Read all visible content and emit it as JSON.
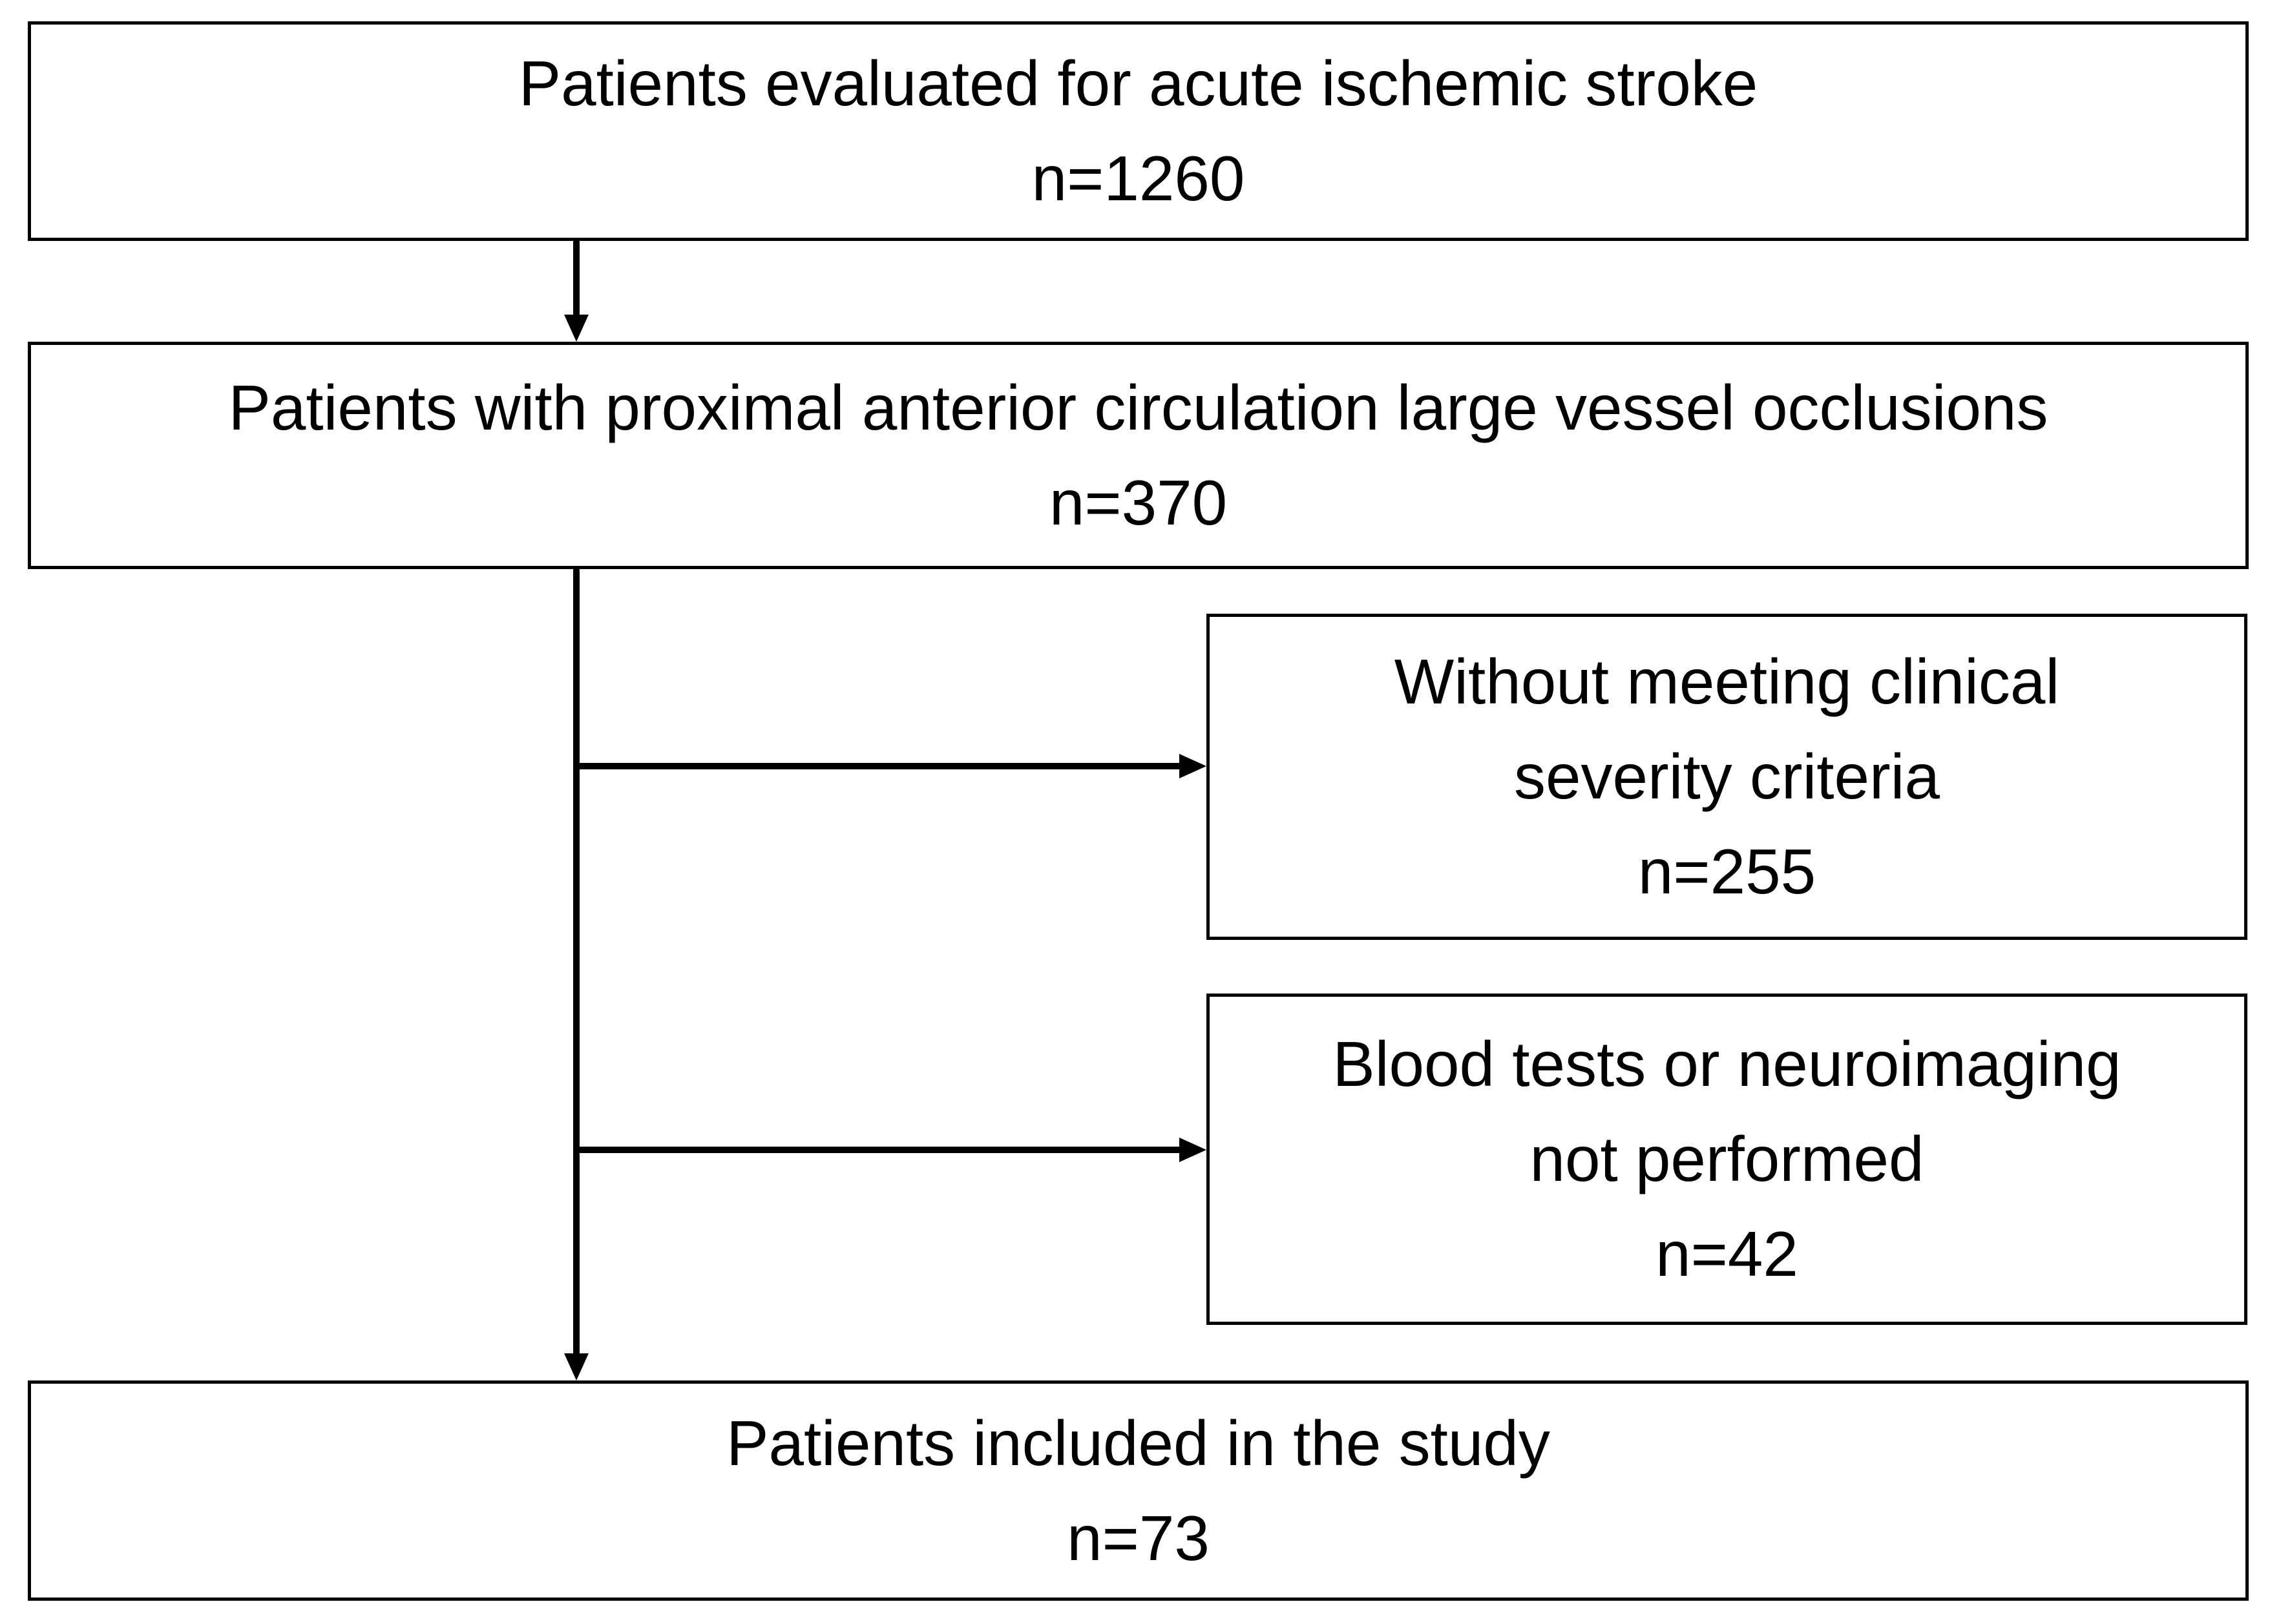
{
  "diagram": {
    "type": "patient-flowchart",
    "colors": {
      "line": "#000000",
      "border": "#000000",
      "text": "#000000",
      "background": "#ffffff"
    },
    "boxes": [
      {
        "id": "evaluated",
        "lines": [
          "Patients evaluated for acute ischemic stroke"
        ],
        "count": "n=1260"
      },
      {
        "id": "proximal-lvo",
        "lines": [
          "Patients with proximal anterior circulation large vessel occlusions"
        ],
        "count": "n=370"
      },
      {
        "id": "excluded-severity",
        "lines": [
          "Without meeting clinical",
          "severity criteria"
        ],
        "count": "n=255"
      },
      {
        "id": "excluded-tests",
        "lines": [
          "Blood tests or neuroimaging",
          "not performed"
        ],
        "count": "n=42"
      },
      {
        "id": "included",
        "lines": [
          "Patients included in the study"
        ],
        "count": "n=73"
      }
    ]
  }
}
